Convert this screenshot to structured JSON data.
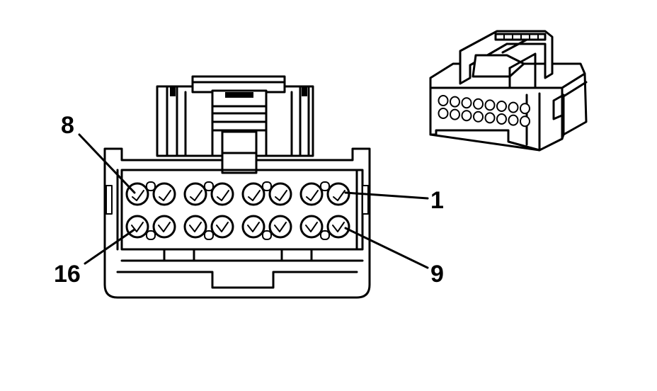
{
  "diagram": {
    "colors": {
      "line": "#000000",
      "background": "#ffffff"
    },
    "pin_labels": {
      "top_left": "8",
      "top_right": "1",
      "bottom_left": "16",
      "bottom_right": "9"
    },
    "terminal_rows": 2,
    "terminals_per_row": 8
  }
}
